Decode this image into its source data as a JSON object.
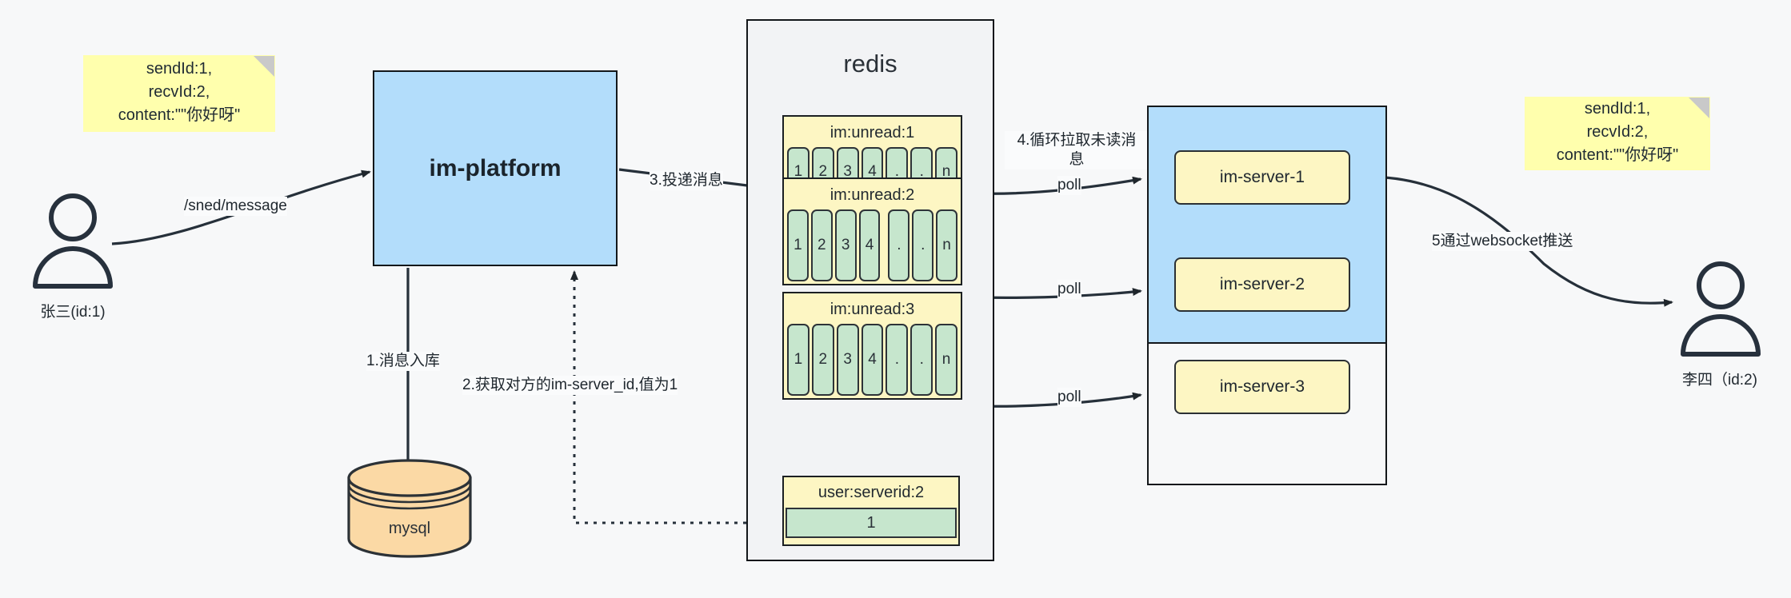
{
  "diagram": {
    "title": "IM message delivery architecture",
    "colors": {
      "background": "#f7f8f9",
      "note_yellow": "#ffffad",
      "platform_blue": "#b3ddfb",
      "key_yellow": "#fdf6c3",
      "cell_green": "#c6e6cd",
      "mysql_orange": "#fbd9a5",
      "stroke": "#13171a"
    }
  },
  "actors": {
    "sender": {
      "label": "张三(id:1)",
      "icon": "person-icon"
    },
    "receiver": {
      "label": "李四（id:2)",
      "icon": "person-icon"
    }
  },
  "notes": {
    "left": "sendId:1,\nrecvId:2,\ncontent:\"\"你好呀\"",
    "right": "sendId:1,\nrecvId:2,\ncontent:\"\"你好呀\""
  },
  "platform": {
    "label": "im-platform"
  },
  "database": {
    "label": "mysql",
    "shape": "cylinder"
  },
  "redis": {
    "title": "redis",
    "keys": [
      {
        "name": "im:unread:1",
        "cells": [
          "1",
          "2",
          "3",
          "4",
          ".",
          ".",
          "n"
        ]
      },
      {
        "name": "im:unread:2",
        "cells": [
          "1",
          "2",
          "3",
          "4",
          ".",
          ".",
          "n"
        ]
      },
      {
        "name": "im:unread:3",
        "cells": [
          "1",
          "2",
          "3",
          "4",
          ".",
          ".",
          "n"
        ]
      }
    ],
    "serverid_key": {
      "name": "user:serverid:2",
      "value": "1"
    }
  },
  "servers": {
    "items": [
      {
        "label": "im-server-1"
      },
      {
        "label": "im-server-2"
      },
      {
        "label": "im-server-3"
      }
    ]
  },
  "edges": {
    "send_message": "/sned/message",
    "step1": "1.消息入库",
    "step2": "2.获取对方的im-server_id,值为1",
    "step3": "3.投递消息",
    "step4": "4.循环拉取未读消\n息",
    "step5": "5通过websocket推送",
    "poll1": "poll",
    "poll2": "poll",
    "poll3": "poll"
  }
}
